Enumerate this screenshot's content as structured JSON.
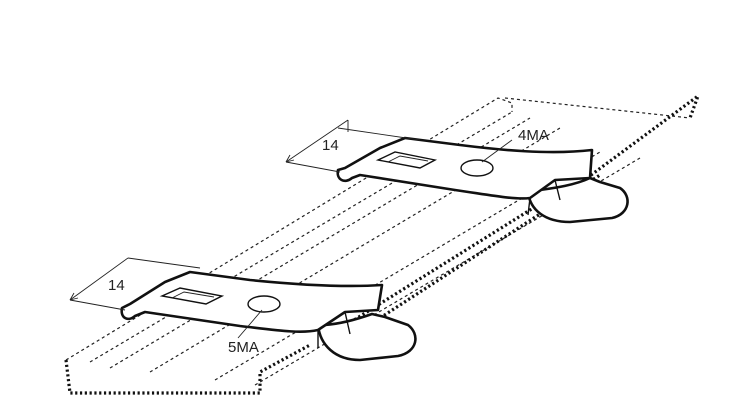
{
  "labels": {
    "dimension_top": "14",
    "dimension_bottom": "14",
    "part_top": "4MA",
    "part_bottom": "5MA"
  },
  "colors": {
    "line": "#111111",
    "background": "#ffffff"
  }
}
